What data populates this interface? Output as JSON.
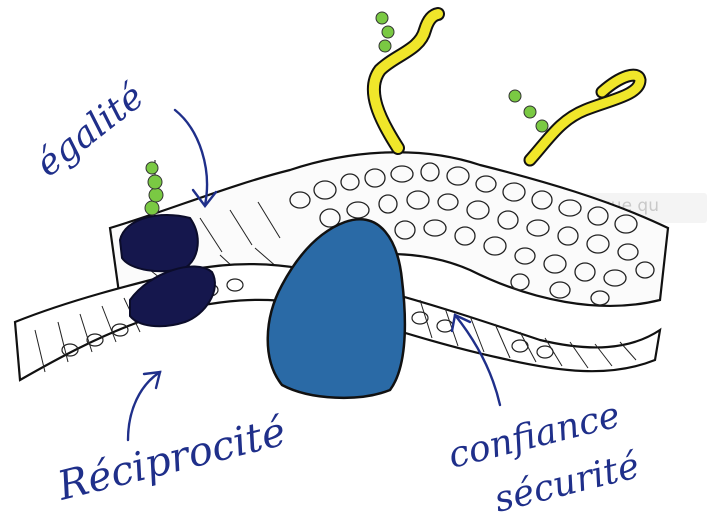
{
  "labels": {
    "top_left": "égalité",
    "bottom_left": "Réciprocité",
    "bottom_right_line1": "confiance",
    "bottom_right_line2": "sécurité"
  },
  "overlay_caption": "que qu",
  "colors": {
    "ink": "#1f2f8a",
    "outline": "#111111",
    "navy": "#15174d",
    "blue": "#2a6aa6",
    "yellow": "#f0e62a",
    "green": "#7ac943"
  }
}
